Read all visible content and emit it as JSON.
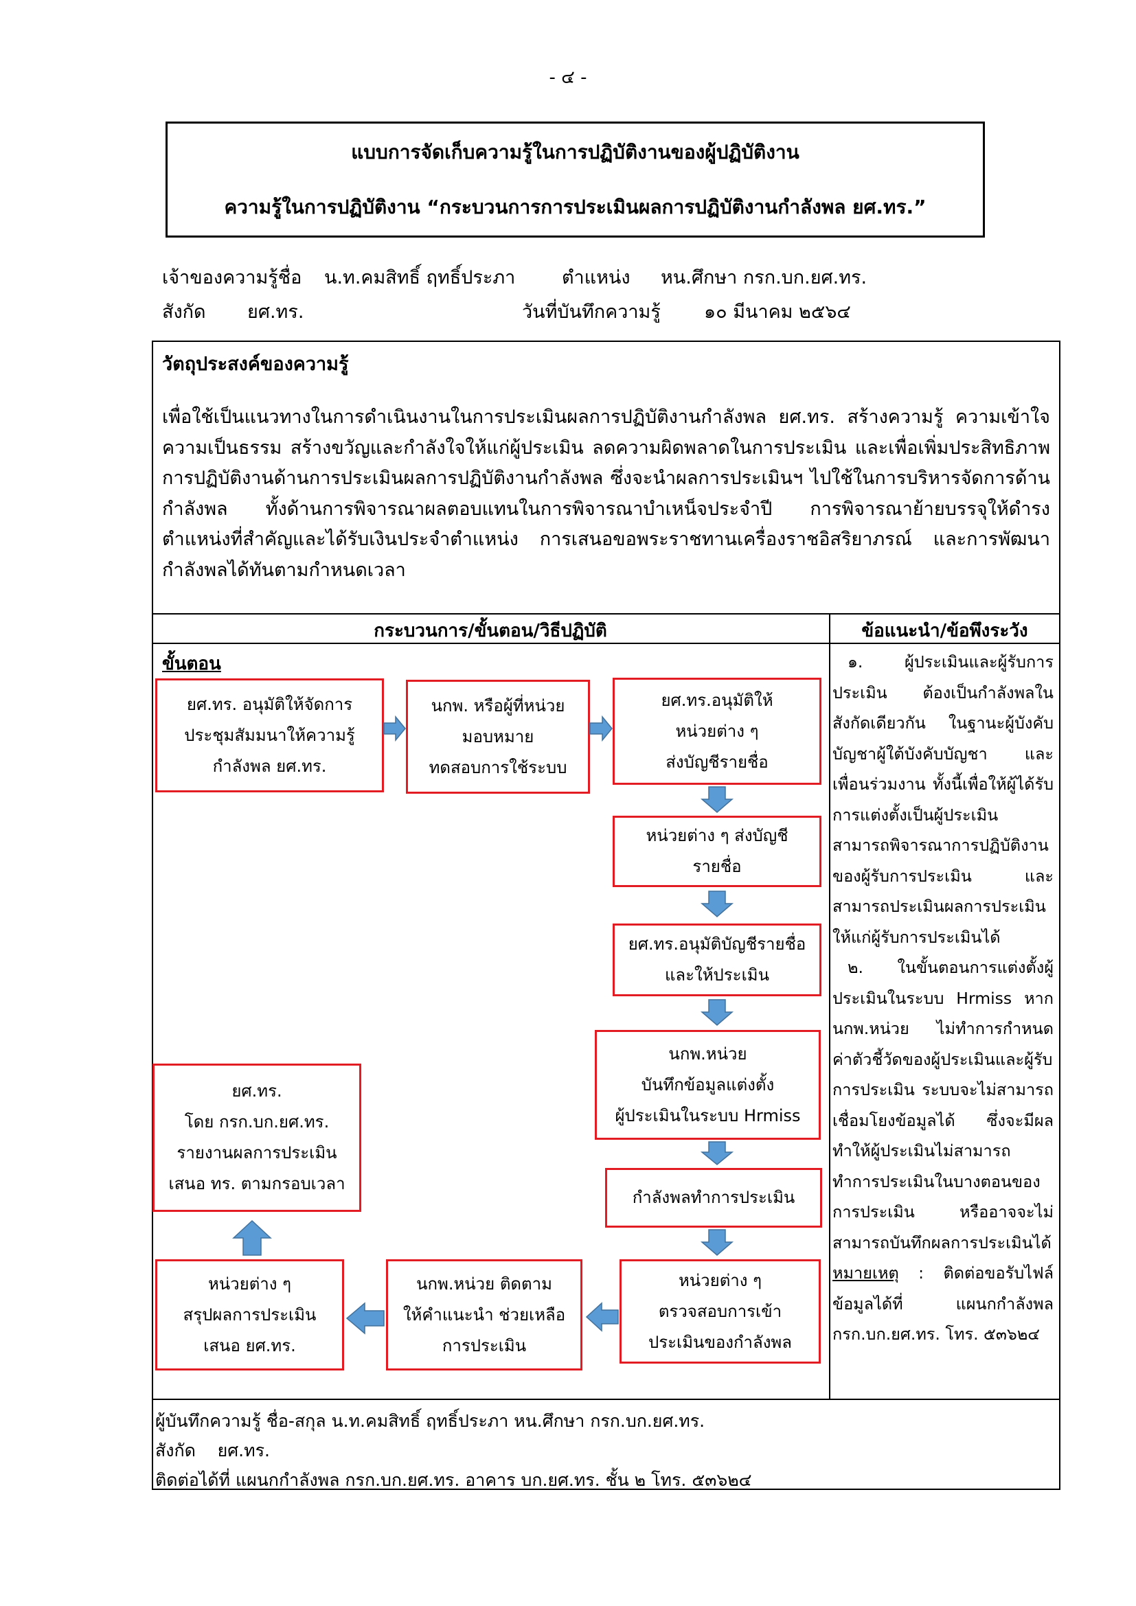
{
  "page_number": "- ๔ -",
  "title": {
    "line1": "แบบการจัดเก็บความรู้ในการปฏิบัติงานของผู้ปฏิบัติงาน",
    "line2": "ความรู้ในการปฏิบัติงาน “กระบวนการการประเมินผลการปฏิบัติงานกำลังพล ยศ.ทร.”"
  },
  "meta": {
    "owner_label": "เจ้าของความรู้ชื่อ",
    "owner_name": "น.ท.คมสิทธิ์  ฤทธิ์ประภา",
    "position_label": "ตำแหน่ง",
    "position_value": "หน.ศึกษา กรก.บก.ยศ.ทร.",
    "unit_label": "สังกัด",
    "unit_value": "ยศ.ทร.",
    "date_label": "วันที่บันทึกความรู้",
    "date_value": "๑๐ มีนาคม ๒๕๖๔"
  },
  "objective": {
    "heading": "วัตถุประสงค์ของความรู้",
    "text": "เพื่อใช้เป็นแนวทางในการดำเนินงานในการประเมินผลการปฏิบัติงานกำลังพล ยศ.ทร. สร้างความรู้ ความเข้าใจ ความเป็นธรรม สร้างขวัญและกำลังใจให้แก่ผู้ประเมิน ลดความผิดพลาดในการประเมิน และเพื่อเพิ่มประสิทธิภาพการปฏิบัติงานด้านการประเมินผลการปฏิบัติงานกำลังพล ซึ่งจะนำผลการประเมินฯ ไปใช้ในการบริหารจัดการด้านกำลังพล ทั้งด้านการพิจารณาผลตอบแทนในการพิจารณาบำเหน็จประจำปี การพิจารณาย้ายบรรจุให้ดำรงตำแหน่งที่สำคัญและได้รับเงินประจำตำแหน่ง การเสนอขอพระราชทานเครื่องราชอิสริยาภรณ์ และการพัฒนากำลังพลได้ทันตามกำหนดเวลา"
  },
  "table": {
    "col1_header": "กระบวนการ/ขั้นตอน/วิธีปฏิบัติ",
    "col2_header": "ข้อแนะนำ/ข้อพึงระวัง",
    "steps_label": "ขั้นตอน"
  },
  "flow": {
    "box1": "ยศ.ทร. อนุมัติให้จัดการ\nประชุมสัมมนาให้ความรู้\nกำลังพล ยศ.ทร.",
    "box2": "นกพ. หรือผู้ที่หน่วย\nมอบหมาย\nทดสอบการใช้ระบบ",
    "box3": "ยศ.ทร.อนุมัติให้\nหน่วยต่าง ๆ\nส่งบัญชีรายชื่อ",
    "box4": "หน่วยต่าง ๆ ส่งบัญชี\nรายชื่อ",
    "box5": "ยศ.ทร.อนุมัติบัญชีรายชื่อ\nและให้ประเมิน",
    "box6": "นกพ.หน่วย\nบันทึกข้อมูลแต่งตั้ง\nผู้ประเมินในระบบ Hrmiss",
    "box7": "กำลังพลทำการประเมิน",
    "box8": "หน่วยต่าง ๆ\nตรวจสอบการเข้า\nประเมินของกำลังพล",
    "box9": "นกพ.หน่วย ติดตาม\nให้คำแนะนำ ช่วยเหลือ\nการประเมิน",
    "box10": "หน่วยต่าง ๆ\nสรุปผลการประเมิน\nเสนอ ยศ.ทร.",
    "box11": "ยศ.ทร.\nโดย กรก.บก.ยศ.ทร.\nรายงานผลการประเมิน\nเสนอ ทร. ตามกรอบเวลา"
  },
  "advice": {
    "item1": "๑. ผู้ประเมินและผู้รับการประเมิน ต้องเป็นกำลังพลในสังกัดเดียวกัน ในฐานะผู้บังคับบัญชาผู้ใต้บังคับบัญชา และเพื่อนร่วมงาน ทั้งนี้เพื่อให้ผู้ได้รับการแต่งตั้งเป็นผู้ประเมินสามารถพิจารณาการปฏิบัติงานของผู้รับการประเมิน และสามารถประเมินผลการประเมินให้แก่ผู้รับการประเมินได้",
    "item2": "๒. ในขั้นตอนการแต่งตั้งผู้ประเมินในระบบ Hrmiss หาก นกพ.หน่วย ไม่ทำการกำหนดค่าตัวชี้วัดของผู้ประเมินและผู้รับการประเมิน ระบบจะไม่สามารถเชื่อมโยงข้อมูลได้ ซึ่งจะมีผลทำให้ผู้ประเมินไม่สามารถทำการประเมินในบางตอนของการประเมิน หรืออาจจะไม่สามารถบันทึกผลการประเมินได้",
    "remark_label": "หมายเหตุ",
    "remark_text": " : ติดต่อขอรับไฟล์ข้อมูลได้ที่ แผนกกำลังพล กรก.บก.ยศ.ทร.  โทร. ๕๓๖๒๔"
  },
  "footer": {
    "line1": "ผู้บันทึกความรู้ ชื่อ-สกุล น.ท.คมสิทธิ์  ฤทธิ์ประภา  หน.ศึกษา กรก.บก.ยศ.ทร.",
    "line2": "สังกัด    ยศ.ทร.",
    "line3": "ติดต่อได้ที่ แผนกกำลังพล กรก.บก.ยศ.ทร. อาคาร บก.ยศ.ทร. ชั้น ๒ โทร. ๕๓๖๒๔"
  },
  "colors": {
    "box_border": "#e31b23",
    "arrow_fill": "#5b9bd5",
    "arrow_stroke": "#41719c"
  }
}
